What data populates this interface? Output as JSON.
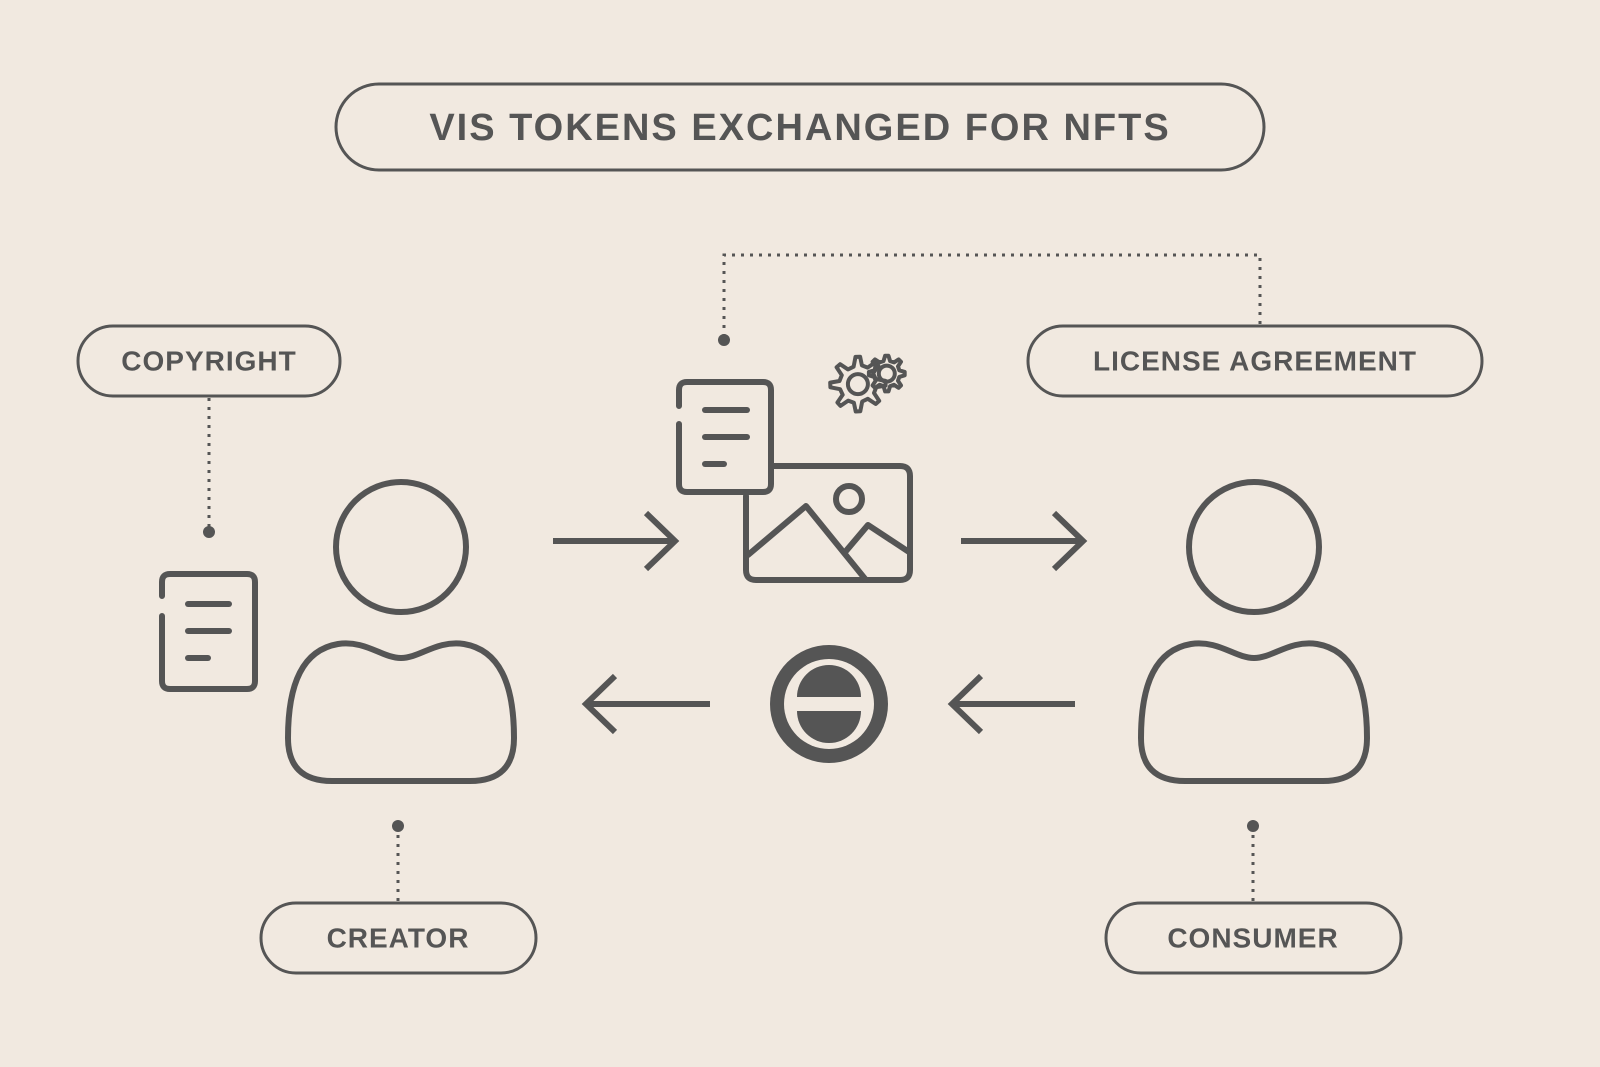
{
  "title": "VIS TOKENS EXCHANGED FOR NFTS",
  "labels": {
    "copyright": "COPYRIGHT",
    "license": "LICENSE AGREEMENT",
    "creator": "CREATOR",
    "consumer": "CONSUMER"
  },
  "icons": [
    "document-icon",
    "user-icon",
    "nft-bundle-icon",
    "gear-icon",
    "image-icon",
    "token-coin-icon",
    "arrow-right-icon",
    "arrow-left-icon"
  ],
  "colors": {
    "background": "#F1E9E0",
    "stroke": "#555555"
  }
}
